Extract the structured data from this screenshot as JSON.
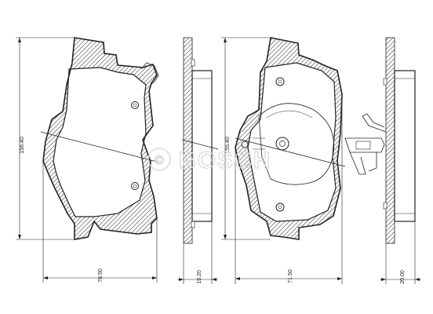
{
  "dimensions": {
    "pad1_height": "156.40",
    "pad1_width": "78.50",
    "pad1_thickness": "19.20",
    "pad2_height": "155.40",
    "pad2_width": "71.50",
    "pad2_thickness": "20.00"
  },
  "watermark": {
    "symbol": "©",
    "brand": "BOSCH"
  }
}
